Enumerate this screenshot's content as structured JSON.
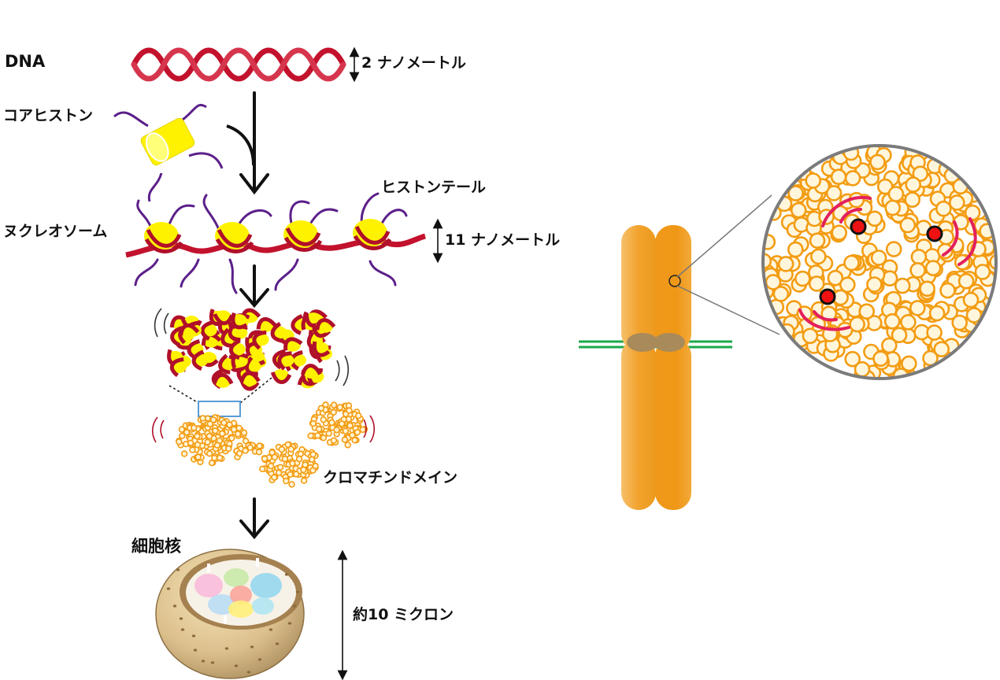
{
  "labels": {
    "dna": "DNA",
    "dna_width": "2 ナノメートル",
    "core_histone": "コアヒストン",
    "histone_tail": "ヒストンテール",
    "nucleosome": "ヌクレオソーム",
    "nucleosome_width": "11 ナノメートル",
    "chromatin_domain": "クロマチンドメイン",
    "nucleus": "細胞核",
    "nucleus_size": "約10 ミクロン"
  },
  "colors": {
    "dna": "#c3122d",
    "histone": "#fff200",
    "tail": "#5b1f8a",
    "chromatin": "#f39c12",
    "chromosome": "#f2a22c",
    "spindle": "#1aa84a",
    "marker": "#e3205c",
    "nucleus_shell": "#dcc08c"
  },
  "icons": [
    "dna-helix",
    "histone-octamer",
    "down-arrow",
    "nucleosome-fiber",
    "chromatin-domain",
    "cell-nucleus",
    "chromosome",
    "magnified-view"
  ]
}
